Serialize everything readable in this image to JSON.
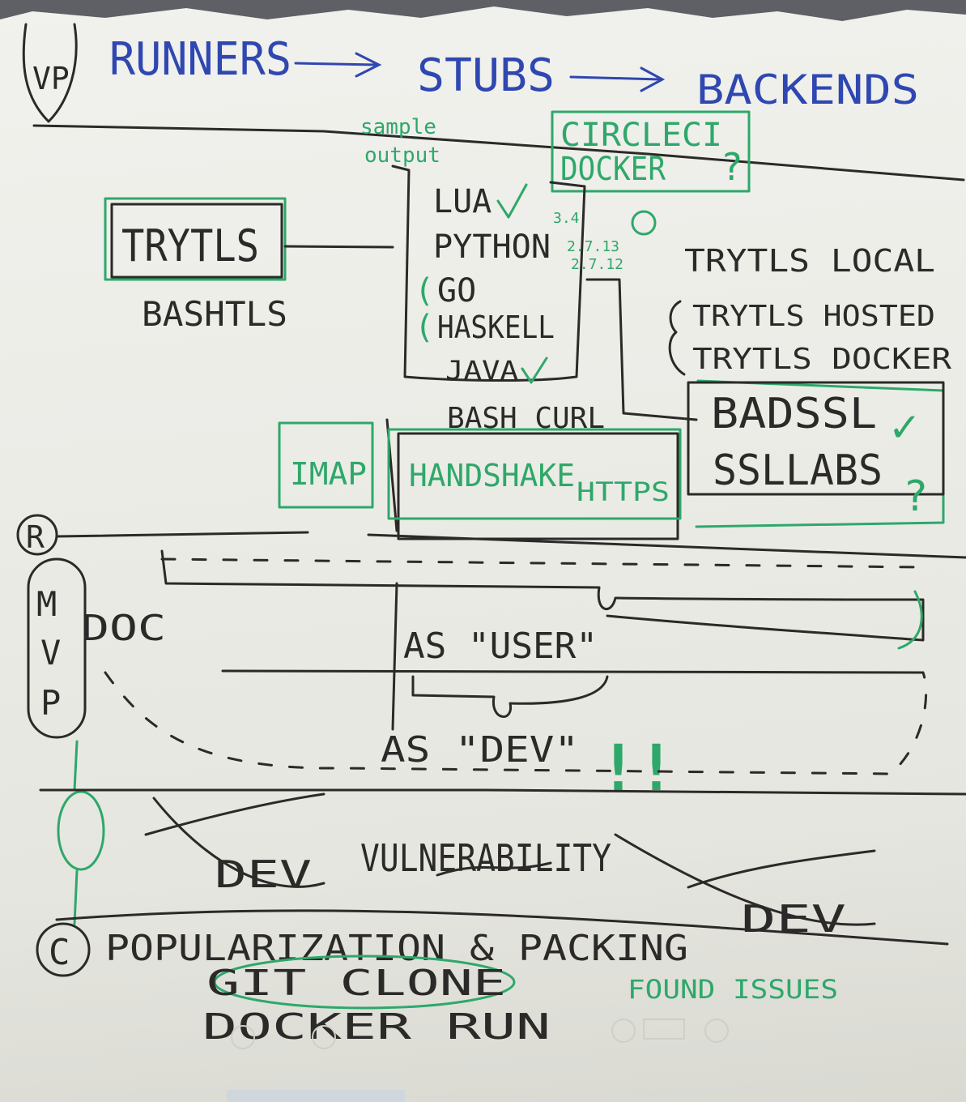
{
  "flipchart": {
    "header": {
      "mvp_mark": "VP",
      "runners": "RUNNERS",
      "stubs": "STUBS",
      "backends": "BACKENDS"
    },
    "green_notes": {
      "sample_output": [
        "sample",
        "output"
      ],
      "circleci": "CIRCLECI",
      "docker": "DOCKER",
      "question": "?"
    },
    "runners": {
      "trytls": "TRYTLS",
      "bashtls": "BASHTLS"
    },
    "stubs": {
      "items": [
        "LUA",
        "PYTHON",
        "GO",
        "HASKELL",
        "JAVA"
      ],
      "bash_curl": "BASH CURL",
      "python_versions": [
        "3.4",
        "2.7.13",
        "2.7.12"
      ]
    },
    "backends": {
      "trytls_local": "TRYTLS LOCAL",
      "trytls_hosted": "TRYTLS HOSTED",
      "trytls_docker": "TRYTLS DOCKER",
      "badssl": "BADSSL",
      "ssllabs": "SSLLABS",
      "check": "✓",
      "question": "?"
    },
    "protocols": {
      "imap": "IMAP",
      "handshake": "HANDSHAKE",
      "https": "HTTPS"
    },
    "section_r": {
      "marker": "R",
      "doc": "DOC",
      "as_user": "AS \"USER\"",
      "as_dev": "AS \"DEV\"",
      "exclaim": "!!"
    },
    "mvp_column": [
      "M",
      "V",
      "P"
    ],
    "crossed_out": {
      "dev_left": "DEV",
      "vulnerability": "VULNERABILITY",
      "dev_right": "DEV"
    },
    "section_c": {
      "marker": "C",
      "popularization": "POPULARIZATION & PACKING",
      "git_clone": "GIT CLONE",
      "docker_run": "DOCKER RUN",
      "found_issues": "FOUND ISSUES"
    },
    "ink_colors": {
      "black": "#2b2a28",
      "blue": "#2f47b0",
      "green": "#2ea86a",
      "paper": "#ecece7"
    }
  }
}
